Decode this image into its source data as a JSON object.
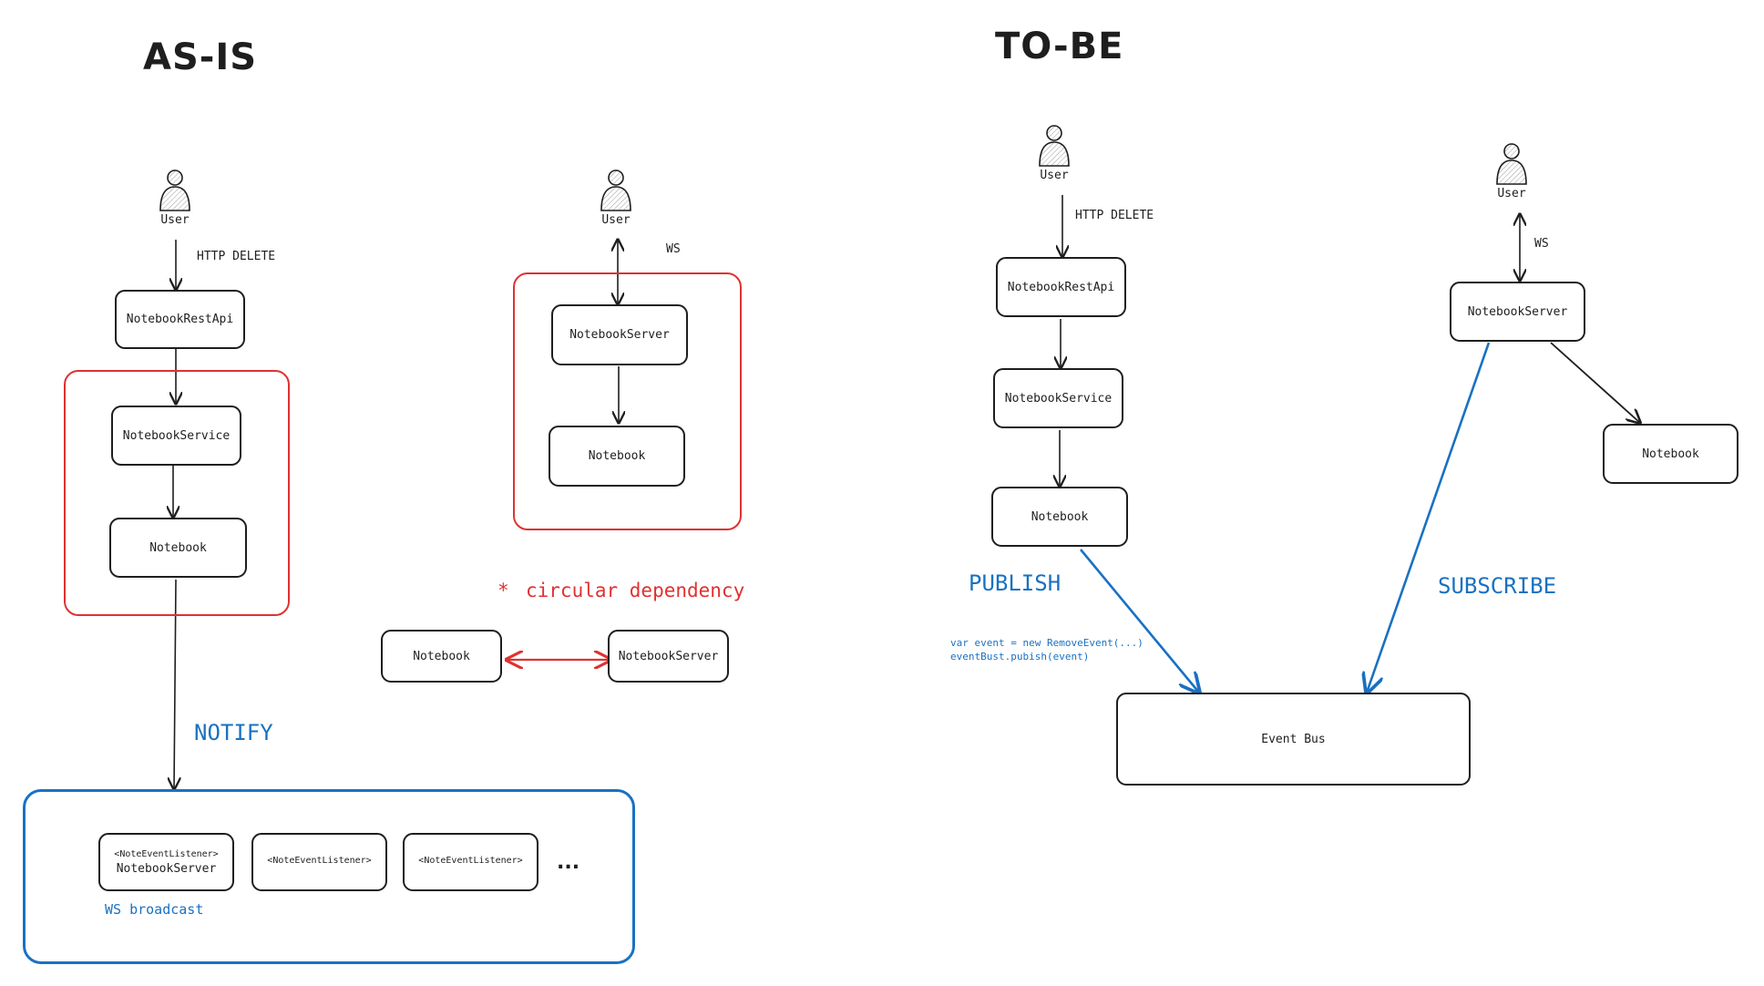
{
  "headings": {
    "as_is": "AS-IS",
    "to_be": "TO-BE"
  },
  "as_is": {
    "user_label": "User",
    "http_label": "HTTP DELETE",
    "rest_api": "NotebookRestApi",
    "service": "NotebookService",
    "notebook": "Notebook",
    "notify": "NOTIFY",
    "ws_user_label": "User",
    "ws_label": "WS",
    "ws_server": "NotebookServer",
    "ws_notebook": "Notebook",
    "circular_star": "*",
    "circular_text": "circular dependency",
    "cycle_left": "Notebook",
    "cycle_right": "NotebookServer",
    "listeners": [
      {
        "type": "<NoteEventListener>",
        "name": "NotebookServer"
      },
      {
        "type": "<NoteEventListener>",
        "name": ""
      },
      {
        "type": "<NoteEventListener>",
        "name": ""
      }
    ],
    "more": "...",
    "ws_broadcast": "WS broadcast"
  },
  "to_be": {
    "user_label": "User",
    "http_label": "HTTP DELETE",
    "rest_api": "NotebookRestApi",
    "service": "NotebookService",
    "notebook": "Notebook",
    "publish": "PUBLISH",
    "code_line1": "var event = new RemoveEvent(...)",
    "code_line2": "eventBust.pubish(event)",
    "event_bus": "Event Bus",
    "ws_user_label": "User",
    "ws_label": "WS",
    "ws_server": "NotebookServer",
    "ws_notebook": "Notebook",
    "subscribe": "SUBSCRIBE"
  },
  "colors": {
    "ink": "#1e1e1e",
    "red": "#e03131",
    "blue": "#1971c2"
  }
}
